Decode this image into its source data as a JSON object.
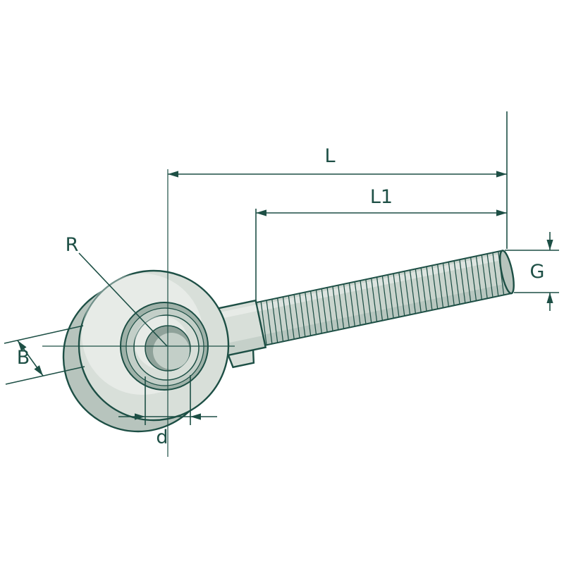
{
  "diagram": {
    "labels": {
      "length_total": "L",
      "thread_length": "L1",
      "thread_size": "G",
      "eye_radius": "R",
      "eye_width": "B",
      "hole_diameter": "d"
    },
    "colors": {
      "line": "#1d4f45",
      "fill_light": "#d8dfd9",
      "fill_mid": "#b7c4bd",
      "fill_dark": "#9eb1a8",
      "background": "#ffffff"
    }
  }
}
